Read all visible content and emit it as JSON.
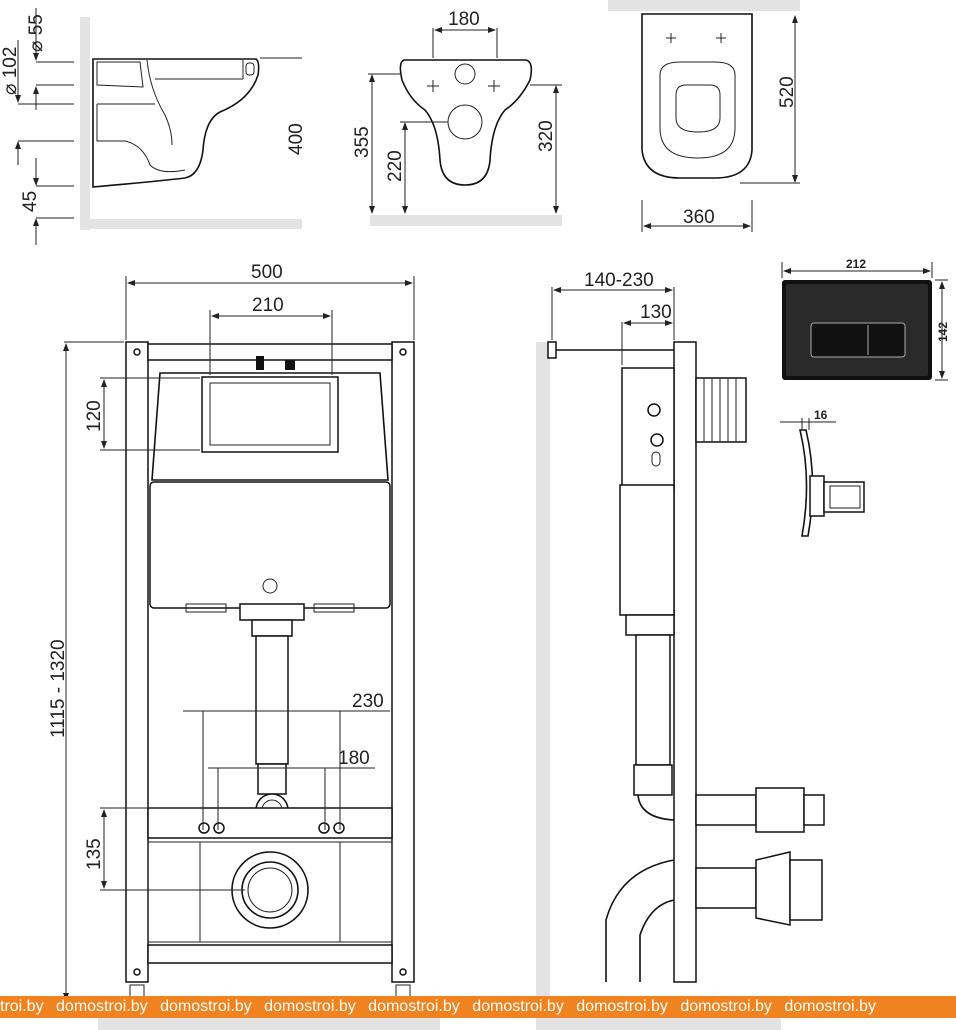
{
  "dimensions": {
    "side_view": {
      "d55": "⌀ 55",
      "d102": "⌀ 102",
      "h400": "400",
      "h45": "45"
    },
    "front_bowl": {
      "w180": "180",
      "h355": "355",
      "h220": "220",
      "h320": "320"
    },
    "top_view": {
      "l520": "520",
      "w360": "360"
    },
    "frame_front": {
      "w500": "500",
      "w210": "210",
      "h120": "120",
      "h1115": "1115 - 1320",
      "w230": "230",
      "w180": "180",
      "h135": "135"
    },
    "frame_side": {
      "d140": "140-230",
      "d130": "130"
    },
    "flush_plate": {
      "w212": "212",
      "h142": "142",
      "t16": "16"
    }
  },
  "watermark": {
    "text": "domostroi.by",
    "lead": "troi.by"
  },
  "colors": {
    "watermark": "#f0831f",
    "wall": "#e3e3e3",
    "line": "#222222"
  }
}
